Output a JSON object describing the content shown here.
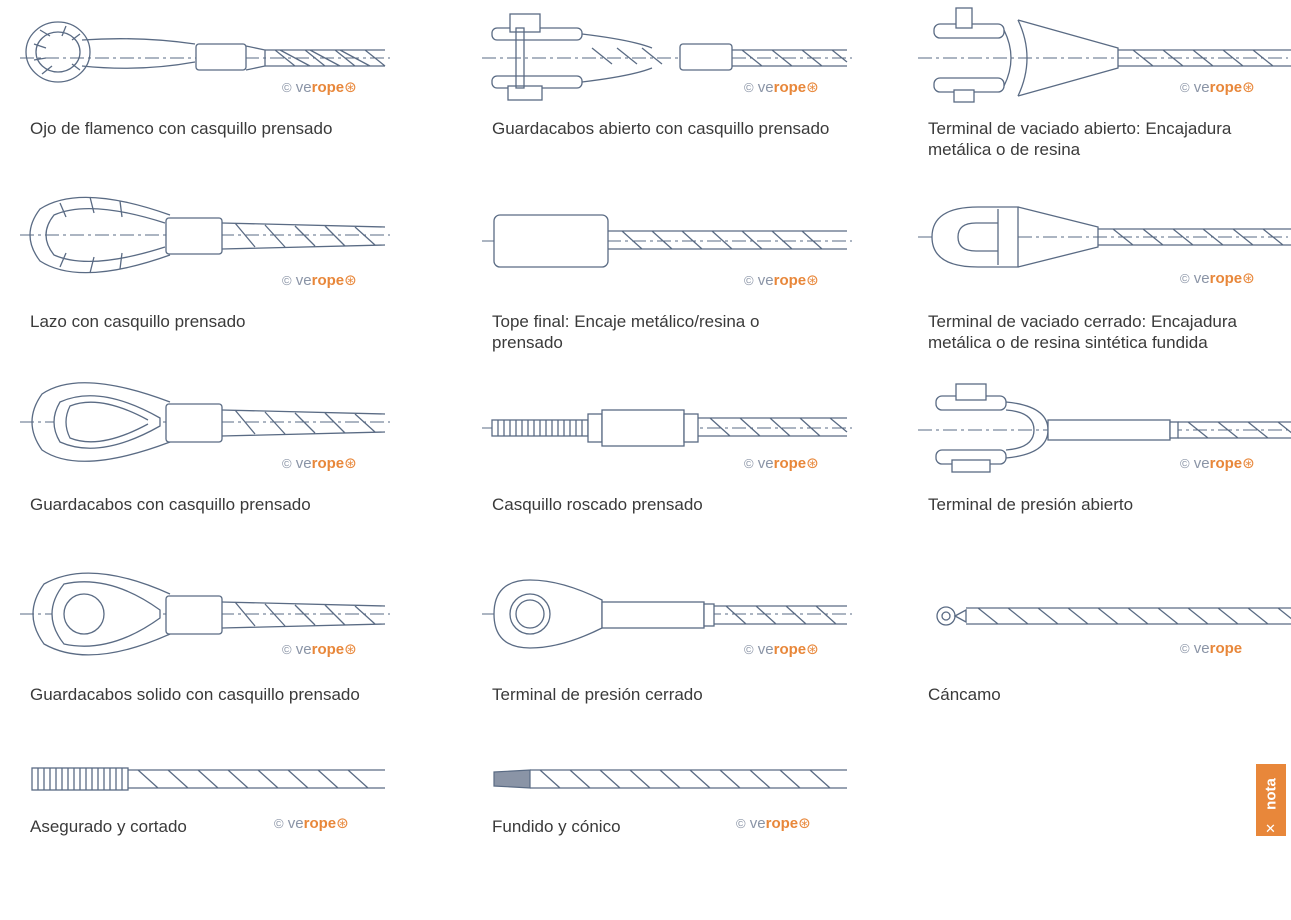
{
  "logo": {
    "copyright": "©",
    "ve": "ve",
    "rope": "rope",
    "dot": "⊛"
  },
  "items": [
    {
      "caption": "Ojo de flamenco con casquillo prensado",
      "icon": "flemish-eye-ferrule-icon"
    },
    {
      "caption": "Guardacabos abierto con casquillo prensado",
      "icon": "open-thimble-ferrule-icon"
    },
    {
      "caption": "Terminal de vaciado abierto: Encajadura metálica o de resina",
      "icon": "open-spelter-socket-icon"
    },
    {
      "caption": "Lazo con casquillo prensado",
      "icon": "soft-eye-ferrule-icon"
    },
    {
      "caption": "Tope final: Encaje metálico/resina o prensado",
      "icon": "end-stop-icon"
    },
    {
      "caption": "Terminal de vaciado cerrado: Encajadura metálica o de resina sintética fundida",
      "icon": "closed-spelter-socket-icon"
    },
    {
      "caption": "Guardacabos con casquillo prensado",
      "icon": "thimble-ferrule-icon"
    },
    {
      "caption": "Casquillo roscado prensado",
      "icon": "threaded-stud-icon"
    },
    {
      "caption": "Terminal de presión abierto",
      "icon": "open-swage-fork-icon"
    },
    {
      "caption": "Guardacabos solido con casquillo prensado",
      "icon": "solid-thimble-ferrule-icon"
    },
    {
      "caption": "Terminal de presión cerrado",
      "icon": "swage-eye-icon"
    },
    {
      "caption": "Cáncamo",
      "icon": "eyelet-icon"
    },
    {
      "caption": "Asegurado y cortado",
      "icon": "seized-cut-end-icon"
    },
    {
      "caption": "Fundido y cónico",
      "icon": "fused-tapered-end-icon"
    }
  ],
  "side_tab": {
    "label": "nota",
    "label2": "✕"
  },
  "colors": {
    "line": "#5a6b84",
    "accent": "#e8873a",
    "text": "#3a3a3a"
  }
}
